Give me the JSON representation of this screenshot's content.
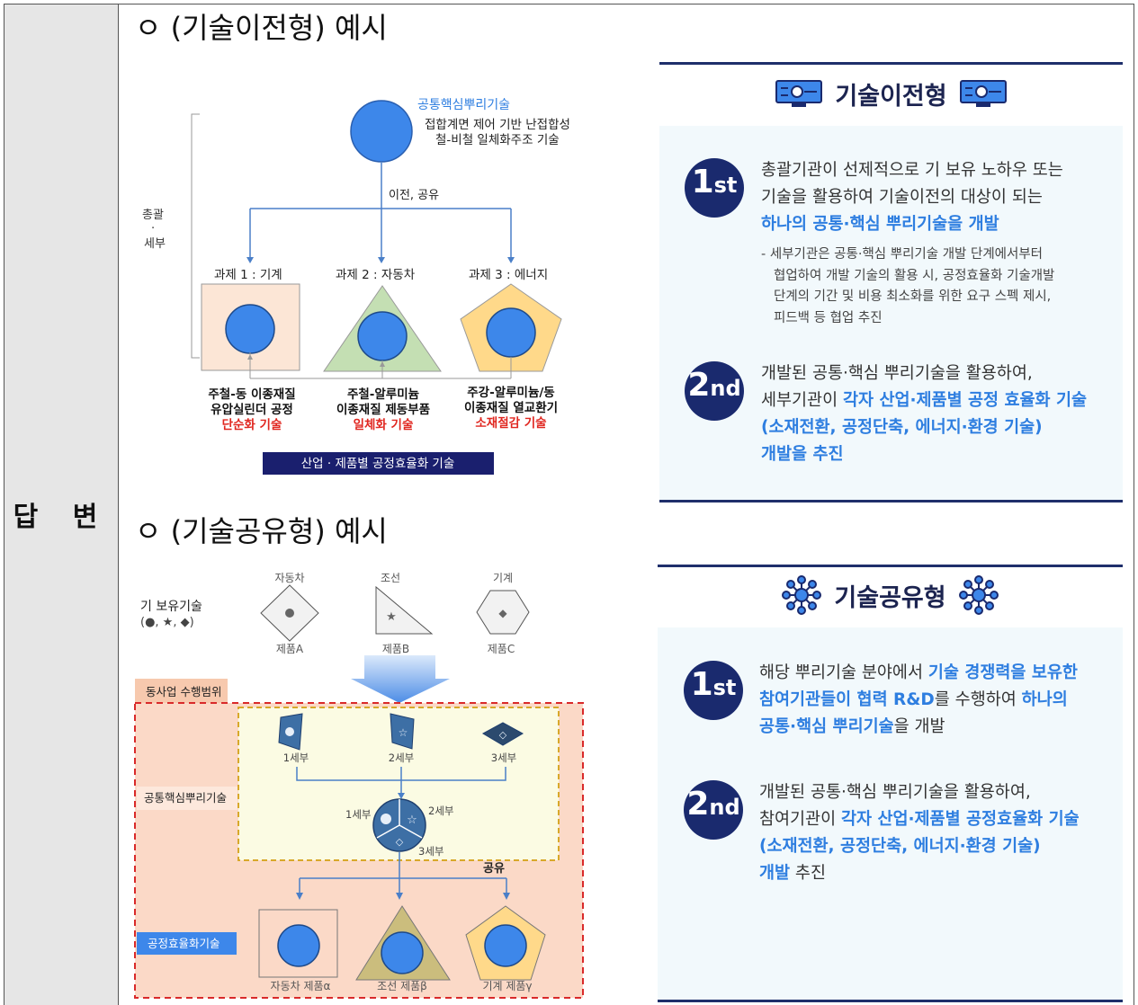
{
  "answer_label": "답 변",
  "section1": {
    "title": "ㅇ (기술이전형) 예시",
    "diagram": {
      "core_title": "공통핵심뿌리기술",
      "core_desc_line1": "접합계면 제어 기반 난접합성",
      "core_desc_line2": "철-비철 일체화주조 기술",
      "transfer_label": "이전, 공유",
      "side_label_top": "총괄",
      "side_label_dot": "·",
      "side_label_bottom": "세부",
      "tasks": [
        {
          "title": "과제 1 : 기계",
          "line1": "주철-동 이종재질",
          "line2": "유압실린더 공정",
          "red": "단순화 기술"
        },
        {
          "title": "과제 2 : 자동차",
          "line1": "주철-알루미늄",
          "line2": "이종재질 제동부품",
          "red": "일체화 기술"
        },
        {
          "title": "과제 3 : 에너지",
          "line1": "주강-알루미늄/동",
          "line2": "이종재질 열교환기",
          "red": "소재절감 기술"
        }
      ],
      "bottom_bar": "산업 · 제품별 공정효율화 기술"
    },
    "panel": {
      "heading": "기술이전형",
      "step1_num": "1",
      "step1_suffix": "st",
      "step1_line1": "총괄기관이 선제적으로 기 보유 노하우 또는",
      "step1_line2": "기술을 활용하여 기술이전의 대상이 되는",
      "step1_line3": "하나의 공통·핵심 뿌리기술을 개발",
      "note_line1": "- 세부기관은 공통·핵심 뿌리기술 개발 단계에서부터",
      "note_line2": "협업하여 개발 기술의 활용 시, 공정효율화 기술개발",
      "note_line3": "단계의 기간 및 비용 최소화를 위한 요구 스펙 제시,",
      "note_line4": "피드백 등 협업 추진",
      "step2_num": "2",
      "step2_suffix": "nd",
      "step2_line1": "개발된 공통·핵심 뿌리기술을 활용하여,",
      "step2_line2a": "세부기관이 ",
      "step2_line2b": "각자 산업·제품별 공정 효율화 기술",
      "step2_line3": "(소재전환, 공정단축, 에너지·환경 기술)",
      "step2_line4": "개발을 추진"
    }
  },
  "section2": {
    "title": "ㅇ (기술공유형) 예시",
    "diagram": {
      "owned_label": "기 보유기술",
      "owned_symbols": "(●, ★, ◆)",
      "products_top": [
        {
          "label": "자동차",
          "sub": "제품A"
        },
        {
          "label": "조선",
          "sub": "제품B"
        },
        {
          "label": "기계",
          "sub": "제품C"
        }
      ],
      "scope_label": "동사업 수행범위",
      "core_label": "공통핵심뿌리기술",
      "sub_labels": [
        "1세부",
        "2세부",
        "3세부"
      ],
      "share_label": "공유",
      "process_label": "공정효율화기술",
      "products_bottom": [
        "자동차 제품α",
        "조선 제품β",
        "기계 제품γ"
      ]
    },
    "panel": {
      "heading": "기술공유형",
      "step1_num": "1",
      "step1_suffix": "st",
      "step1_line1a": "해당 뿌리기술 분야에서 ",
      "step1_line1b": "기술 경쟁력을 보유한",
      "step1_line2a": "참여기관들이 협력 R&D",
      "step1_line2b": "를 수행하여 ",
      "step1_line2c": "하나의",
      "step1_line3a": "공통·핵심 뿌리기술",
      "step1_line3b": "을 개발",
      "step2_num": "2",
      "step2_suffix": "nd",
      "step2_line1": "개발된 공통·핵심 뿌리기술을 활용하여,",
      "step2_line2a": "참여기관이 ",
      "step2_line2b": "각자 산업·제품별 공정효율화 기술",
      "step2_line3": "(소재전환, 공정단축, 에너지·환경 기술)",
      "step2_line4a": "개발",
      "step2_line4b": " 추진"
    }
  },
  "colors": {
    "navy": "#1a2a6e",
    "accent_blue": "#2e7ee0",
    "circle_blue": "#3d87ea",
    "red_text": "#e0261f",
    "panel_bg": "#f2f9fc"
  }
}
